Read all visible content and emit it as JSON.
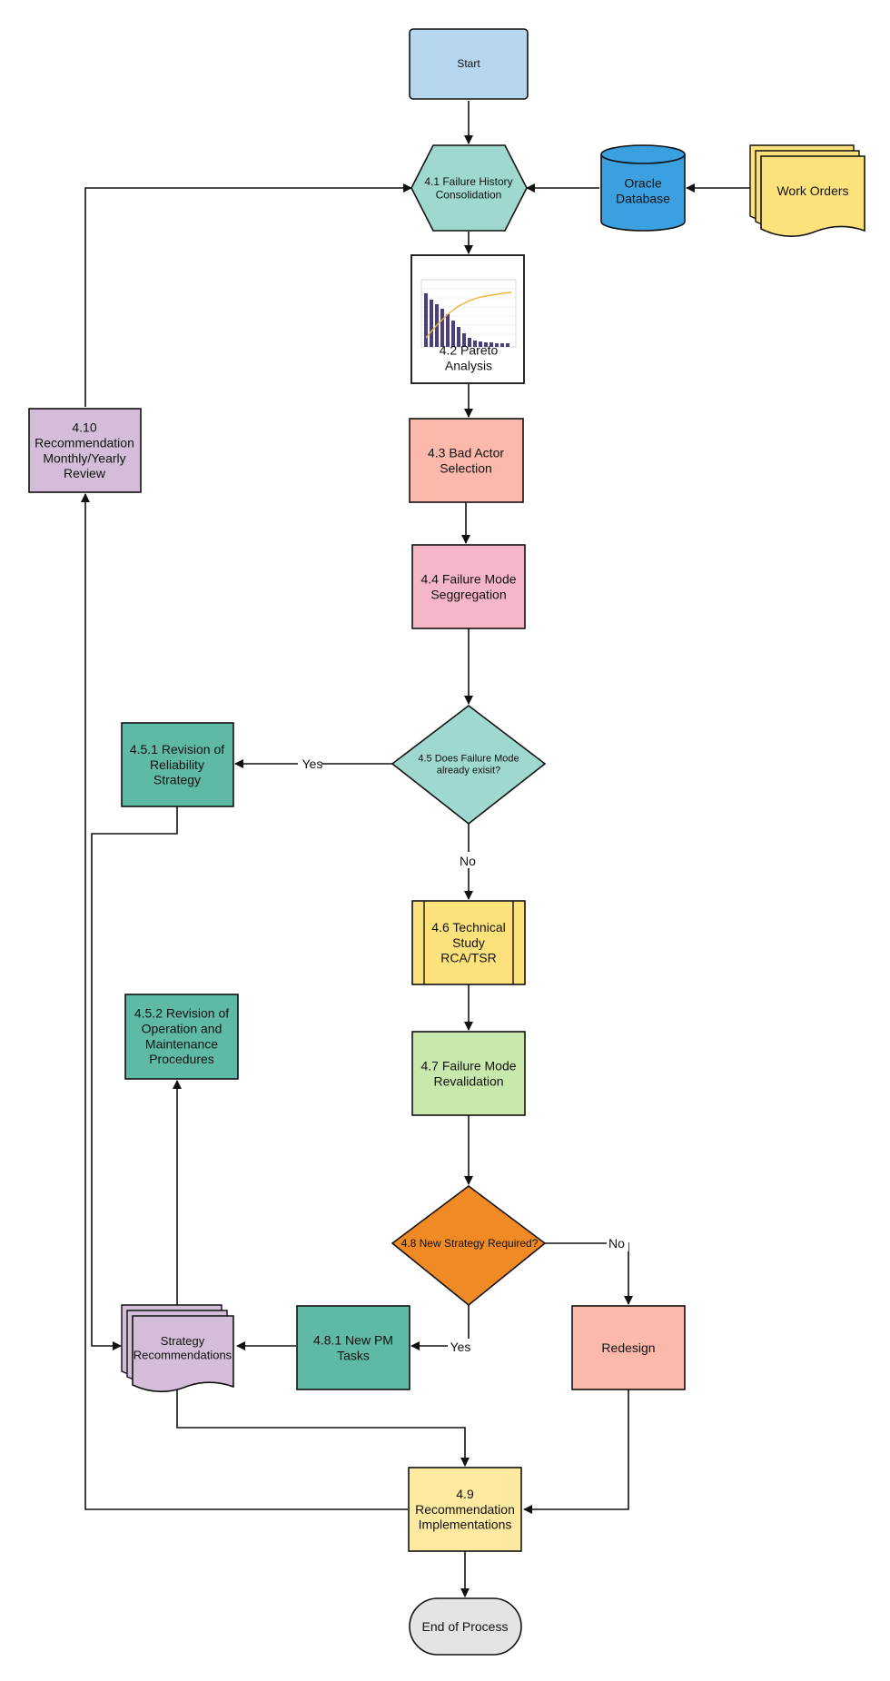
{
  "flowchart": {
    "nodes": {
      "start": {
        "lines": [
          "Start"
        ],
        "color": "#b7d7f1"
      },
      "n41": {
        "lines": [
          "4.1 Failure History",
          "Consolidation"
        ],
        "color": "#9ed8cf"
      },
      "oracle": {
        "lines": [
          "Oracle",
          "Database"
        ],
        "color": "#3aa0e0"
      },
      "work_orders": {
        "lines": [
          "Work Orders"
        ],
        "color": "#fde27c"
      },
      "n42": {
        "lines": [
          "4.2 Pareto",
          "Analysis"
        ],
        "color": "#ffffff"
      },
      "n43": {
        "lines": [
          "4.3 Bad Actor",
          "Selection"
        ],
        "color": "#fcb8aa"
      },
      "n44": {
        "lines": [
          "4.4 Failure Mode",
          "Seggregation"
        ],
        "color": "#f5b6c8"
      },
      "n45": {
        "lines": [
          "4.5 Does Failure Mode",
          "already exisit?"
        ],
        "color": "#9ed8cf"
      },
      "n451": {
        "lines": [
          "4.5.1 Revision of",
          "Reliability",
          "Strategy"
        ],
        "color": "#5ebaa5"
      },
      "n46": {
        "lines": [
          "4.6 Technical",
          "Study",
          "RCA/TSR"
        ],
        "color": "#fde27c"
      },
      "n452": {
        "lines": [
          "4.5.2 Revision of",
          "Operation and",
          "Maintenance",
          "Procedures"
        ],
        "color": "#5ebaa5"
      },
      "n47": {
        "lines": [
          "4.7 Failure Mode",
          "Revalidation"
        ],
        "color": "#c9e8ac"
      },
      "n48": {
        "lines": [
          "4.8 New Strategy Required?"
        ],
        "color": "#f08a24"
      },
      "n481": {
        "lines": [
          "4.8.1 New PM",
          "Tasks"
        ],
        "color": "#5ebaa5"
      },
      "strategy": {
        "lines": [
          "Strategy",
          "Recommendations"
        ],
        "color": "#d3bdd8"
      },
      "redesign": {
        "lines": [
          "Redesign"
        ],
        "color": "#fcb8aa"
      },
      "n410": {
        "lines": [
          "4.10",
          "Recommendation",
          "Monthly/Yearly",
          "Review"
        ],
        "color": "#d3bdd8"
      },
      "n49": {
        "lines": [
          "4.9",
          "Recommendation",
          "Implementations"
        ],
        "color": "#fdeaa0"
      },
      "end": {
        "lines": [
          "End of Process"
        ],
        "color": "#e4e4e4"
      }
    },
    "edge_labels": {
      "yes_451": "Yes",
      "no_46": "No",
      "no_redesign": "No",
      "yes_481": "Yes"
    }
  }
}
